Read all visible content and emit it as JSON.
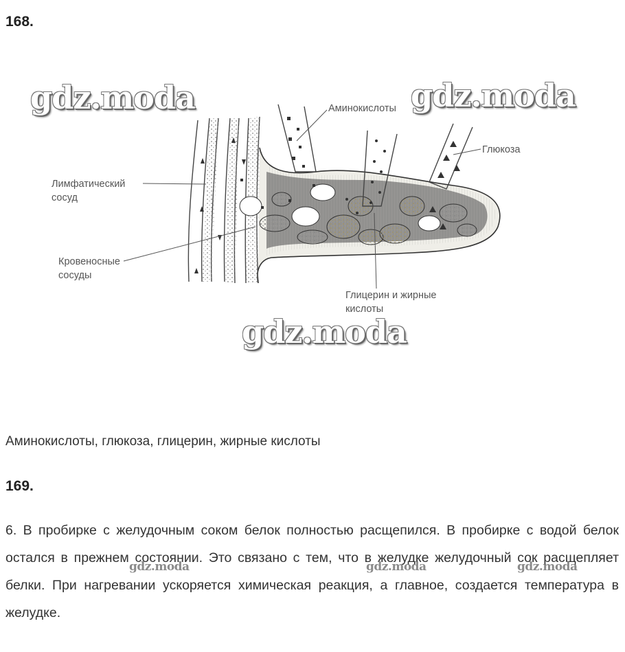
{
  "task168": {
    "number": "168.",
    "labels": {
      "aminoacids": "Аминокислоты",
      "glucose": "Глюкоза",
      "lymph_line1": "Лимфатический",
      "lymph_line2": "сосуд",
      "blood_line1": "Кровеносные",
      "blood_line2": "сосуды",
      "glycerol_line1": "Глицерин и жирные",
      "glycerol_line2": "кислоты"
    },
    "answer": "Аминокислоты, глюкоза, глицерин, жирные кислоты"
  },
  "task169": {
    "number": "169.",
    "answer": "6. В пробирке с желудочным соком белок полностью расщепился. В пробирке с водой белок остался в прежнем состоянии. Это связано с тем, что в желудке желудочный сок расщепляет белки. При нагревании ускоряется химическая реакция, а главное, создается температура в желудке."
  },
  "watermarks": {
    "big": [
      "gdz.moda",
      "gdz.moda",
      "gdz.moda"
    ],
    "small": [
      "gdz.moda",
      "gdz.moda",
      "gdz.moda"
    ]
  }
}
